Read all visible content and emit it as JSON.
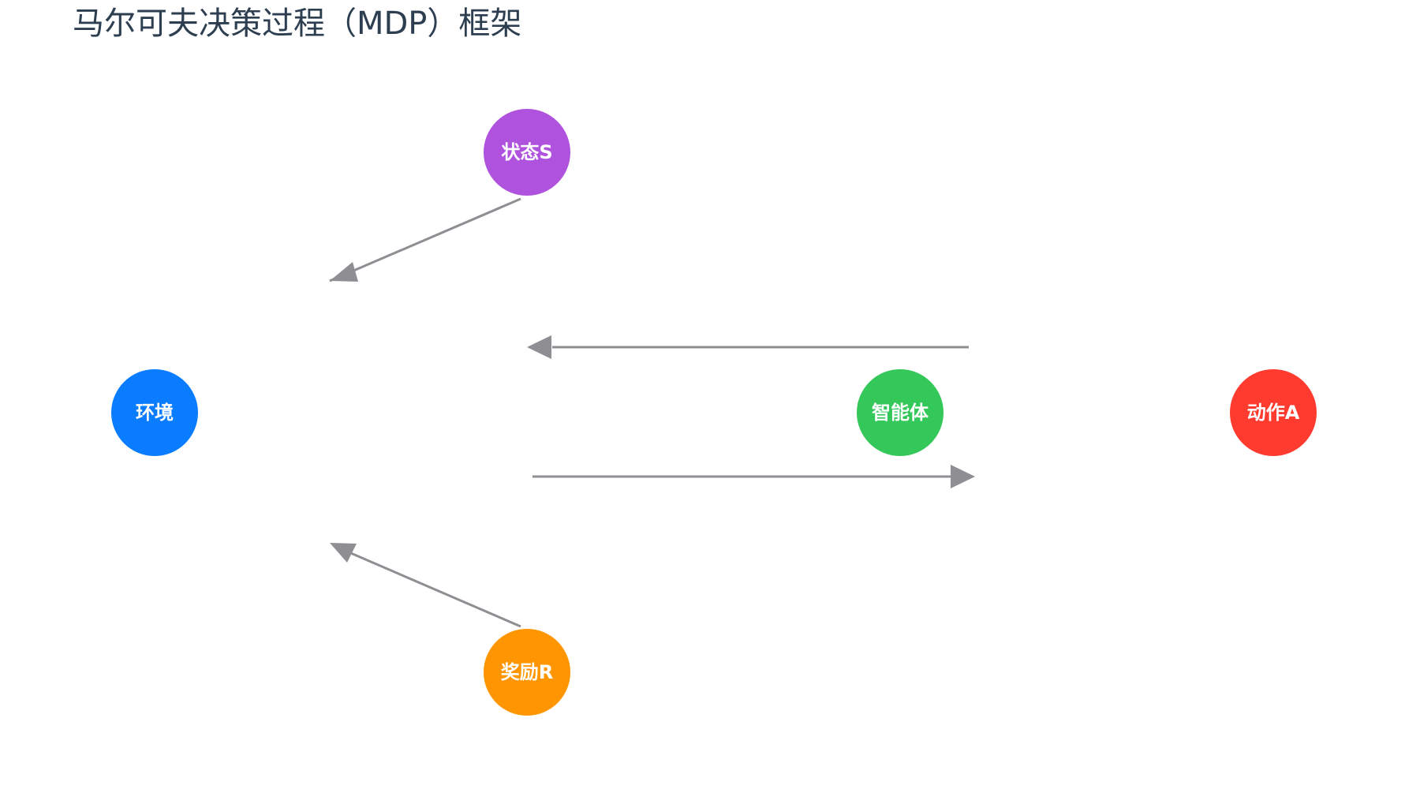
{
  "title": "马尔可夫决策过程（MDP）框架",
  "nodes": {
    "environment": {
      "label": "环境",
      "color": "#0a7cff"
    },
    "state": {
      "label": "状态S",
      "color": "#af52de"
    },
    "agent": {
      "label": "智能体",
      "color": "#34c759"
    },
    "action": {
      "label": "动作A",
      "color": "#ff3b30"
    },
    "reward": {
      "label": "奖励R",
      "color": "#ff9500"
    }
  },
  "edge_color": "#8e8e93"
}
